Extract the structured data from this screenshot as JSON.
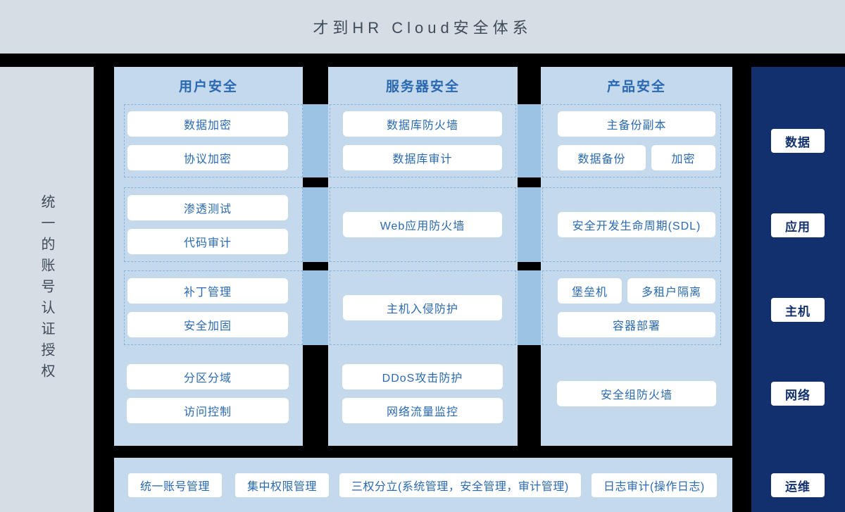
{
  "title": "才到HR Cloud安全体系",
  "left_sidebar": {
    "label": "统一的账号认证授权"
  },
  "columns": [
    {
      "header": "用户安全",
      "groups": [
        {
          "dashed": true,
          "rows": [
            [
              "数据加密"
            ],
            [
              "协议加密"
            ]
          ]
        },
        {
          "dashed": true,
          "rows": [
            [
              "渗透测试"
            ],
            [
              "代码审计"
            ]
          ]
        },
        {
          "dashed": true,
          "rows": [
            [
              "补丁管理"
            ],
            [
              "安全加固"
            ]
          ]
        },
        {
          "dashed": false,
          "rows": [
            [
              "分区分域"
            ],
            [
              "访问控制"
            ]
          ]
        }
      ]
    },
    {
      "header": "服务器安全",
      "groups": [
        {
          "dashed": true,
          "rows": [
            [
              "数据库防火墙"
            ],
            [
              "数据库审计"
            ]
          ]
        },
        {
          "dashed": true,
          "rows": [
            [
              "Web应用防火墙"
            ]
          ]
        },
        {
          "dashed": true,
          "rows": [
            [
              "主机入侵防护"
            ]
          ]
        },
        {
          "dashed": false,
          "rows": [
            [
              "DDoS攻击防护"
            ],
            [
              "网络流量监控"
            ]
          ]
        }
      ]
    },
    {
      "header": "产品安全",
      "groups": [
        {
          "dashed": true,
          "rows": [
            [
              "主备份副本"
            ],
            [
              "数据备份",
              "加密"
            ]
          ]
        },
        {
          "dashed": true,
          "rows": [
            [
              "安全开发生命周期(SDL)"
            ]
          ]
        },
        {
          "dashed": true,
          "rows": [
            [
              "堡垒机",
              "多租户隔离"
            ],
            [
              "容器部署"
            ]
          ]
        },
        {
          "dashed": false,
          "rows": [
            [
              "安全组防火墙"
            ]
          ]
        }
      ]
    }
  ],
  "right_sidebar": {
    "labels": [
      "数据",
      "应用",
      "主机",
      "网络",
      "运维"
    ]
  },
  "bottom_bar": {
    "items": [
      "统一账号管理",
      "集中权限管理",
      "三权分立(系统管理，安全管理，审计管理)",
      "日志审计(操作日志)"
    ]
  },
  "colors": {
    "page_bg": "#000000",
    "header_bg": "#d7dde4",
    "panel_bg": "#c4d9ec",
    "connector": "#9cc3e4",
    "dashed_border": "#85b3da",
    "navy": "#12306e",
    "blue_text": "#2a69b1",
    "title_text": "#3f4b59"
  }
}
